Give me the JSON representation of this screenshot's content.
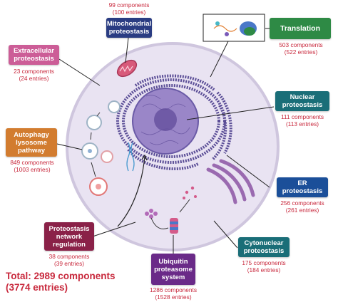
{
  "categories": {
    "mito": {
      "label": "Mitochondrial proteostasis",
      "components": "99 components",
      "entries": "(100 entries)",
      "color": "#2a3c82"
    },
    "translation": {
      "label": "Translation",
      "components": "503 components",
      "entries": "(522 entries)",
      "color": "#2e8a45"
    },
    "extracellular": {
      "label": "Extracellular proteostasis",
      "components": "23 components",
      "entries": "(24 entries)",
      "color": "#cc5d97"
    },
    "nuclear": {
      "label": "Nuclear proteostasis",
      "components": "111 components",
      "entries": "(113 entries)",
      "color": "#1a6e78"
    },
    "autophagy": {
      "label": "Autophagy lysosome pathway",
      "components": "849 components",
      "entries": "(1003 entries)",
      "color": "#d27c2f"
    },
    "er": {
      "label": "ER proteostasis",
      "components": "256 components",
      "entries": "(261 entries)",
      "color": "#1b4f99"
    },
    "network": {
      "label": "Proteostasis network regulation",
      "components": "38 components",
      "entries": "(39 entries)",
      "color": "#8a2148"
    },
    "cytonuclear": {
      "label": "Cytonuclear proteostasis",
      "components": "175 components",
      "entries": "(184 entries)",
      "color": "#1a6e78"
    },
    "ubiquitin": {
      "label": "Ubiquitin proteasome system",
      "components": "1286 components",
      "entries": "(1528 entries)",
      "color": "#6a2a88"
    }
  },
  "total": {
    "line1": "Total: 2989 components",
    "line2": "(3774 entries)"
  },
  "colors": {
    "cell_fill": "#e9e3f2",
    "cell_outline": "#cfc6de",
    "nucleus": "#9a86c8",
    "er": "#5a4d96",
    "golgi": "#9a6ab0",
    "mitochondrion": "#d85a7a",
    "counts_text": "#c8283c"
  }
}
